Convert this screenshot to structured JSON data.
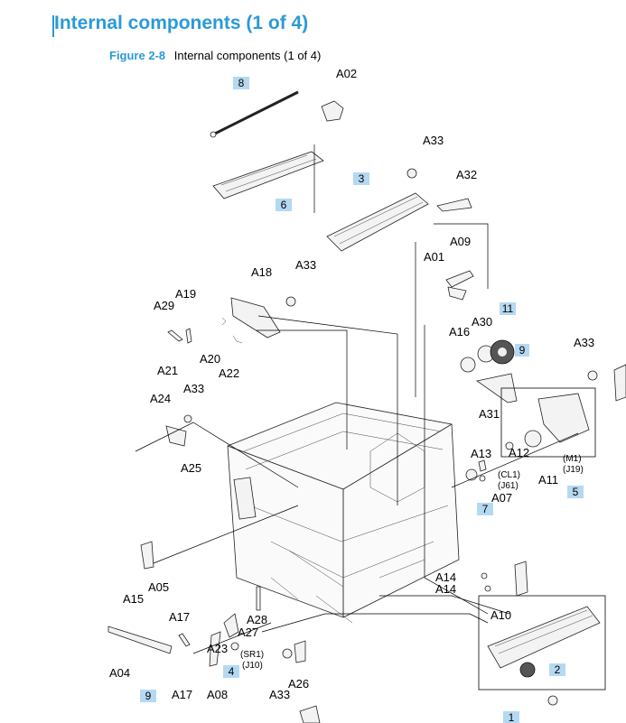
{
  "header": {
    "title": "Internal components (1 of 4)",
    "figure_number": "Figure 2-8",
    "figure_caption": "Internal components (1 of 4)"
  },
  "diagram": {
    "part_labels": [
      "A02",
      "A33",
      "A32",
      "A09",
      "A01",
      "A18",
      "A33",
      "A19",
      "A29",
      "A20",
      "A21",
      "A22",
      "A30",
      "A16",
      "A33",
      "A31",
      "A24",
      "A33",
      "A25",
      "A13",
      "A12",
      "A11",
      "(M1)",
      "(J19)",
      "(CL1)",
      "(J61)",
      "A07",
      "A05",
      "A15",
      "A14",
      "A14",
      "A10",
      "A17",
      "A28",
      "A27",
      "A23",
      "A04",
      "(SR1)",
      "(J10)",
      "A26",
      "A17",
      "A08",
      "A33"
    ],
    "callouts": [
      "8",
      "6",
      "3",
      "11",
      "9",
      "5",
      "7",
      "4",
      "2",
      "9",
      "1"
    ],
    "colors": {
      "title": "#2b9ad6",
      "callout_fill": "#b5d9f1"
    }
  }
}
